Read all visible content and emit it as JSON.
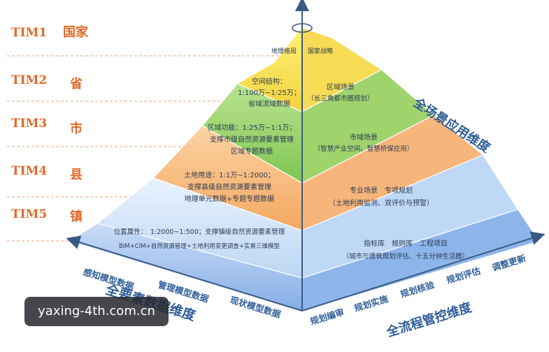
{
  "levels": [
    {
      "code": "TIM1",
      "name": "国家"
    },
    {
      "code": "TIM2",
      "name": "省"
    },
    {
      "code": "TIM3",
      "name": "市"
    },
    {
      "code": "TIM4",
      "name": "县"
    },
    {
      "code": "TIM5",
      "name": "镇"
    }
  ],
  "pyramid": {
    "tier1": {
      "left": [
        "地理格局"
      ],
      "right": [
        "国家战略"
      ]
    },
    "tier2": {
      "left": [
        "空间结构：",
        "1:100万~1:25万；",
        "省域流域数据"
      ],
      "right": [
        "区域场景",
        "（长三角都市圈规划）"
      ]
    },
    "tier3": {
      "left": [
        "区域功能：1:25万~1:1万；",
        "支撑市级自然资源要素管理",
        "区域专题数据"
      ],
      "right": [
        "市域场景",
        "（智慧产业空间、智慧桥保应用）"
      ]
    },
    "tier4": {
      "left": [
        "土地用途：1:1万~1:2000；",
        "支撑县级自然资源要素管理",
        "地理单元数据+专题专题数据"
      ],
      "right": [
        "专业场景　专项规划",
        "（土地利用监测、双评价与预警）"
      ]
    },
    "tier5": {
      "left": [
        "位置属性：　1:2000~1:500；支撑镇级自然资源要素管理",
        "BIM+CIM+自然资源管理+土地利用变更调查+实景三维模型"
      ],
      "right": [
        "指标库　规则库　工程项目",
        "（城市与建筑规划评估、十五分钟生活圈）"
      ]
    }
  },
  "axes": {
    "left_title": "全要素数据维度",
    "left_items": [
      "感知模型数据",
      "管理模型数据",
      "现状模型数据"
    ],
    "right_title": "全流程管控维度",
    "right_items": [
      "规划编审",
      "规划实施",
      "规划核验",
      "规划评估",
      "调整更新"
    ],
    "vertical_title": "全场景应用维度"
  },
  "watermark": "yaxing-4th.com.cn"
}
